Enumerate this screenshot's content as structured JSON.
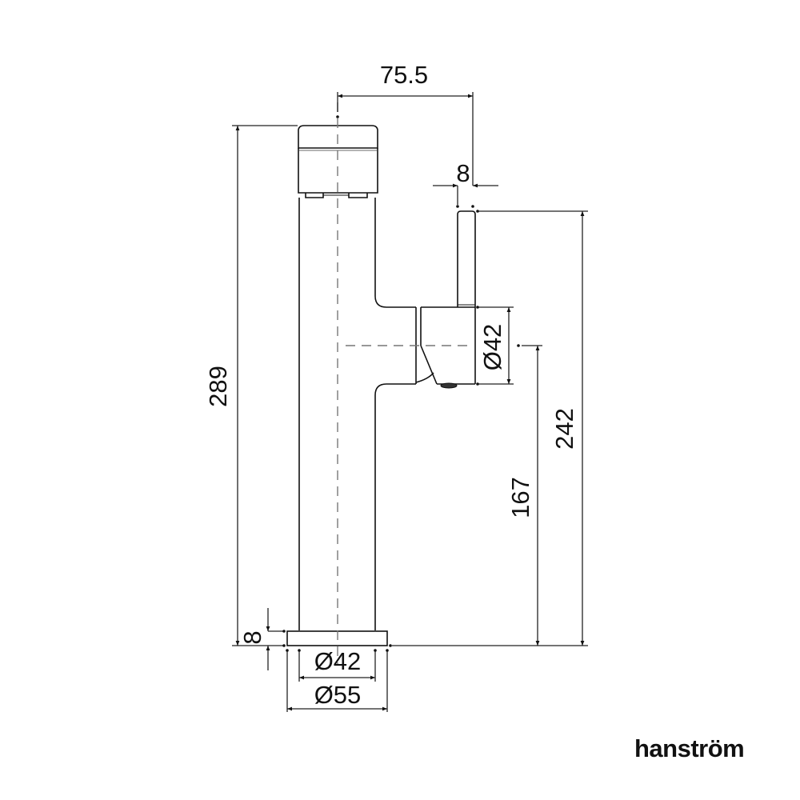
{
  "drawing": {
    "type": "technical-dimension-drawing",
    "subject": "tall single-lever basin mixer tap, side elevation",
    "line_color": "#111111",
    "dimension_line_color": "#222222",
    "centerline_style": "dashed",
    "dimensions": {
      "spout_reach": "75.5",
      "handle_thickness": "8",
      "total_height": "289",
      "lever_height": "242",
      "spout_outlet_height": "167",
      "spout_diameter": "Ø42",
      "base_plate_thickness": "8",
      "body_diameter": "Ø42",
      "base_diameter": "Ø55"
    },
    "units": "mm"
  },
  "brand": {
    "name": "hanström"
  }
}
